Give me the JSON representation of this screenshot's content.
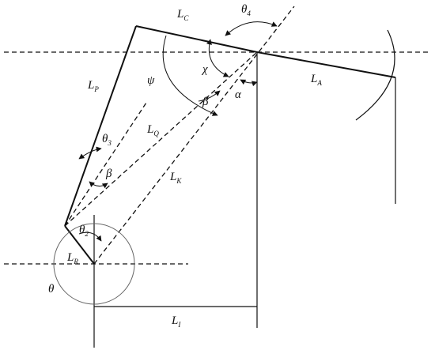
{
  "labels": {
    "L_C": {
      "base": "L",
      "sub": "C"
    },
    "L_A": {
      "base": "L",
      "sub": "A"
    },
    "L_P": {
      "base": "L",
      "sub": "P"
    },
    "L_Q": {
      "base": "L",
      "sub": "Q"
    },
    "L_K": {
      "base": "L",
      "sub": "K"
    },
    "L_R": {
      "base": "L",
      "sub": "R"
    },
    "L_I": {
      "base": "L",
      "sub": "I"
    },
    "theta4": {
      "base": "θ",
      "sub": "4"
    },
    "theta3": {
      "base": "θ",
      "sub": "3"
    },
    "theta2": {
      "base": "θ",
      "sub": "2"
    },
    "theta": "θ",
    "psi": "ψ",
    "chi": "χ",
    "beta_top": "β",
    "beta_left": "β",
    "alpha": "α"
  },
  "colors": {
    "ink": "#111111",
    "circle": "#666666",
    "background": "#ffffff"
  }
}
